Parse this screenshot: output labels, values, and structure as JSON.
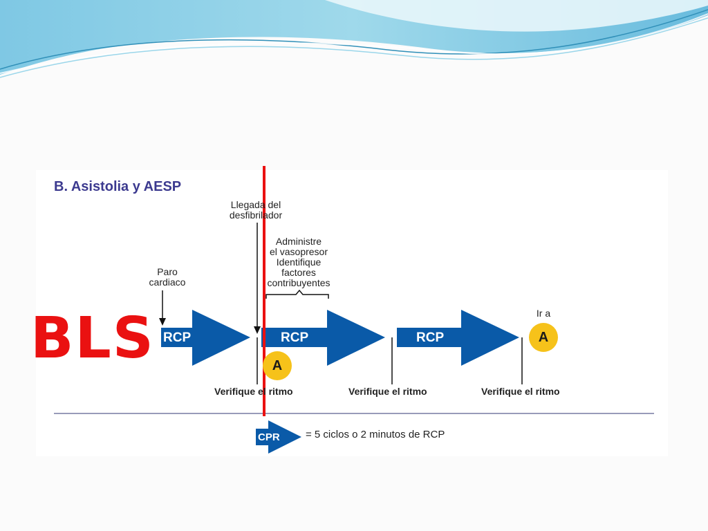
{
  "diagram": {
    "title": "B. Asistolia y AESP",
    "side_label": "BLS",
    "labels": {
      "paro": [
        "Paro",
        "cardiaco"
      ],
      "llegada": [
        "Llegada del",
        "desfibrilador"
      ],
      "administre": [
        "Administre",
        "el vasopresor",
        "Identifique",
        "factores",
        "contribuyentes"
      ],
      "ir_a": "Ir a"
    },
    "rcp_arrows": [
      "RCP",
      "RCP",
      "RCP"
    ],
    "circle_labels": [
      "A",
      "A"
    ],
    "verify_labels": [
      "Verifique el ritmo",
      "Verifique el ritmo",
      "Verifique el ritmo"
    ],
    "legend": {
      "arrow_label": "CPR",
      "text": "= 5 ciclos o 2 minutos de RCP"
    }
  },
  "colors": {
    "arrow_blue": "#0a5aa8",
    "circle_yellow": "#f6c21a",
    "marker_red": "#ea1111",
    "title_purple": "#3c3a8f",
    "wave_teal": "#5bb8d6"
  }
}
